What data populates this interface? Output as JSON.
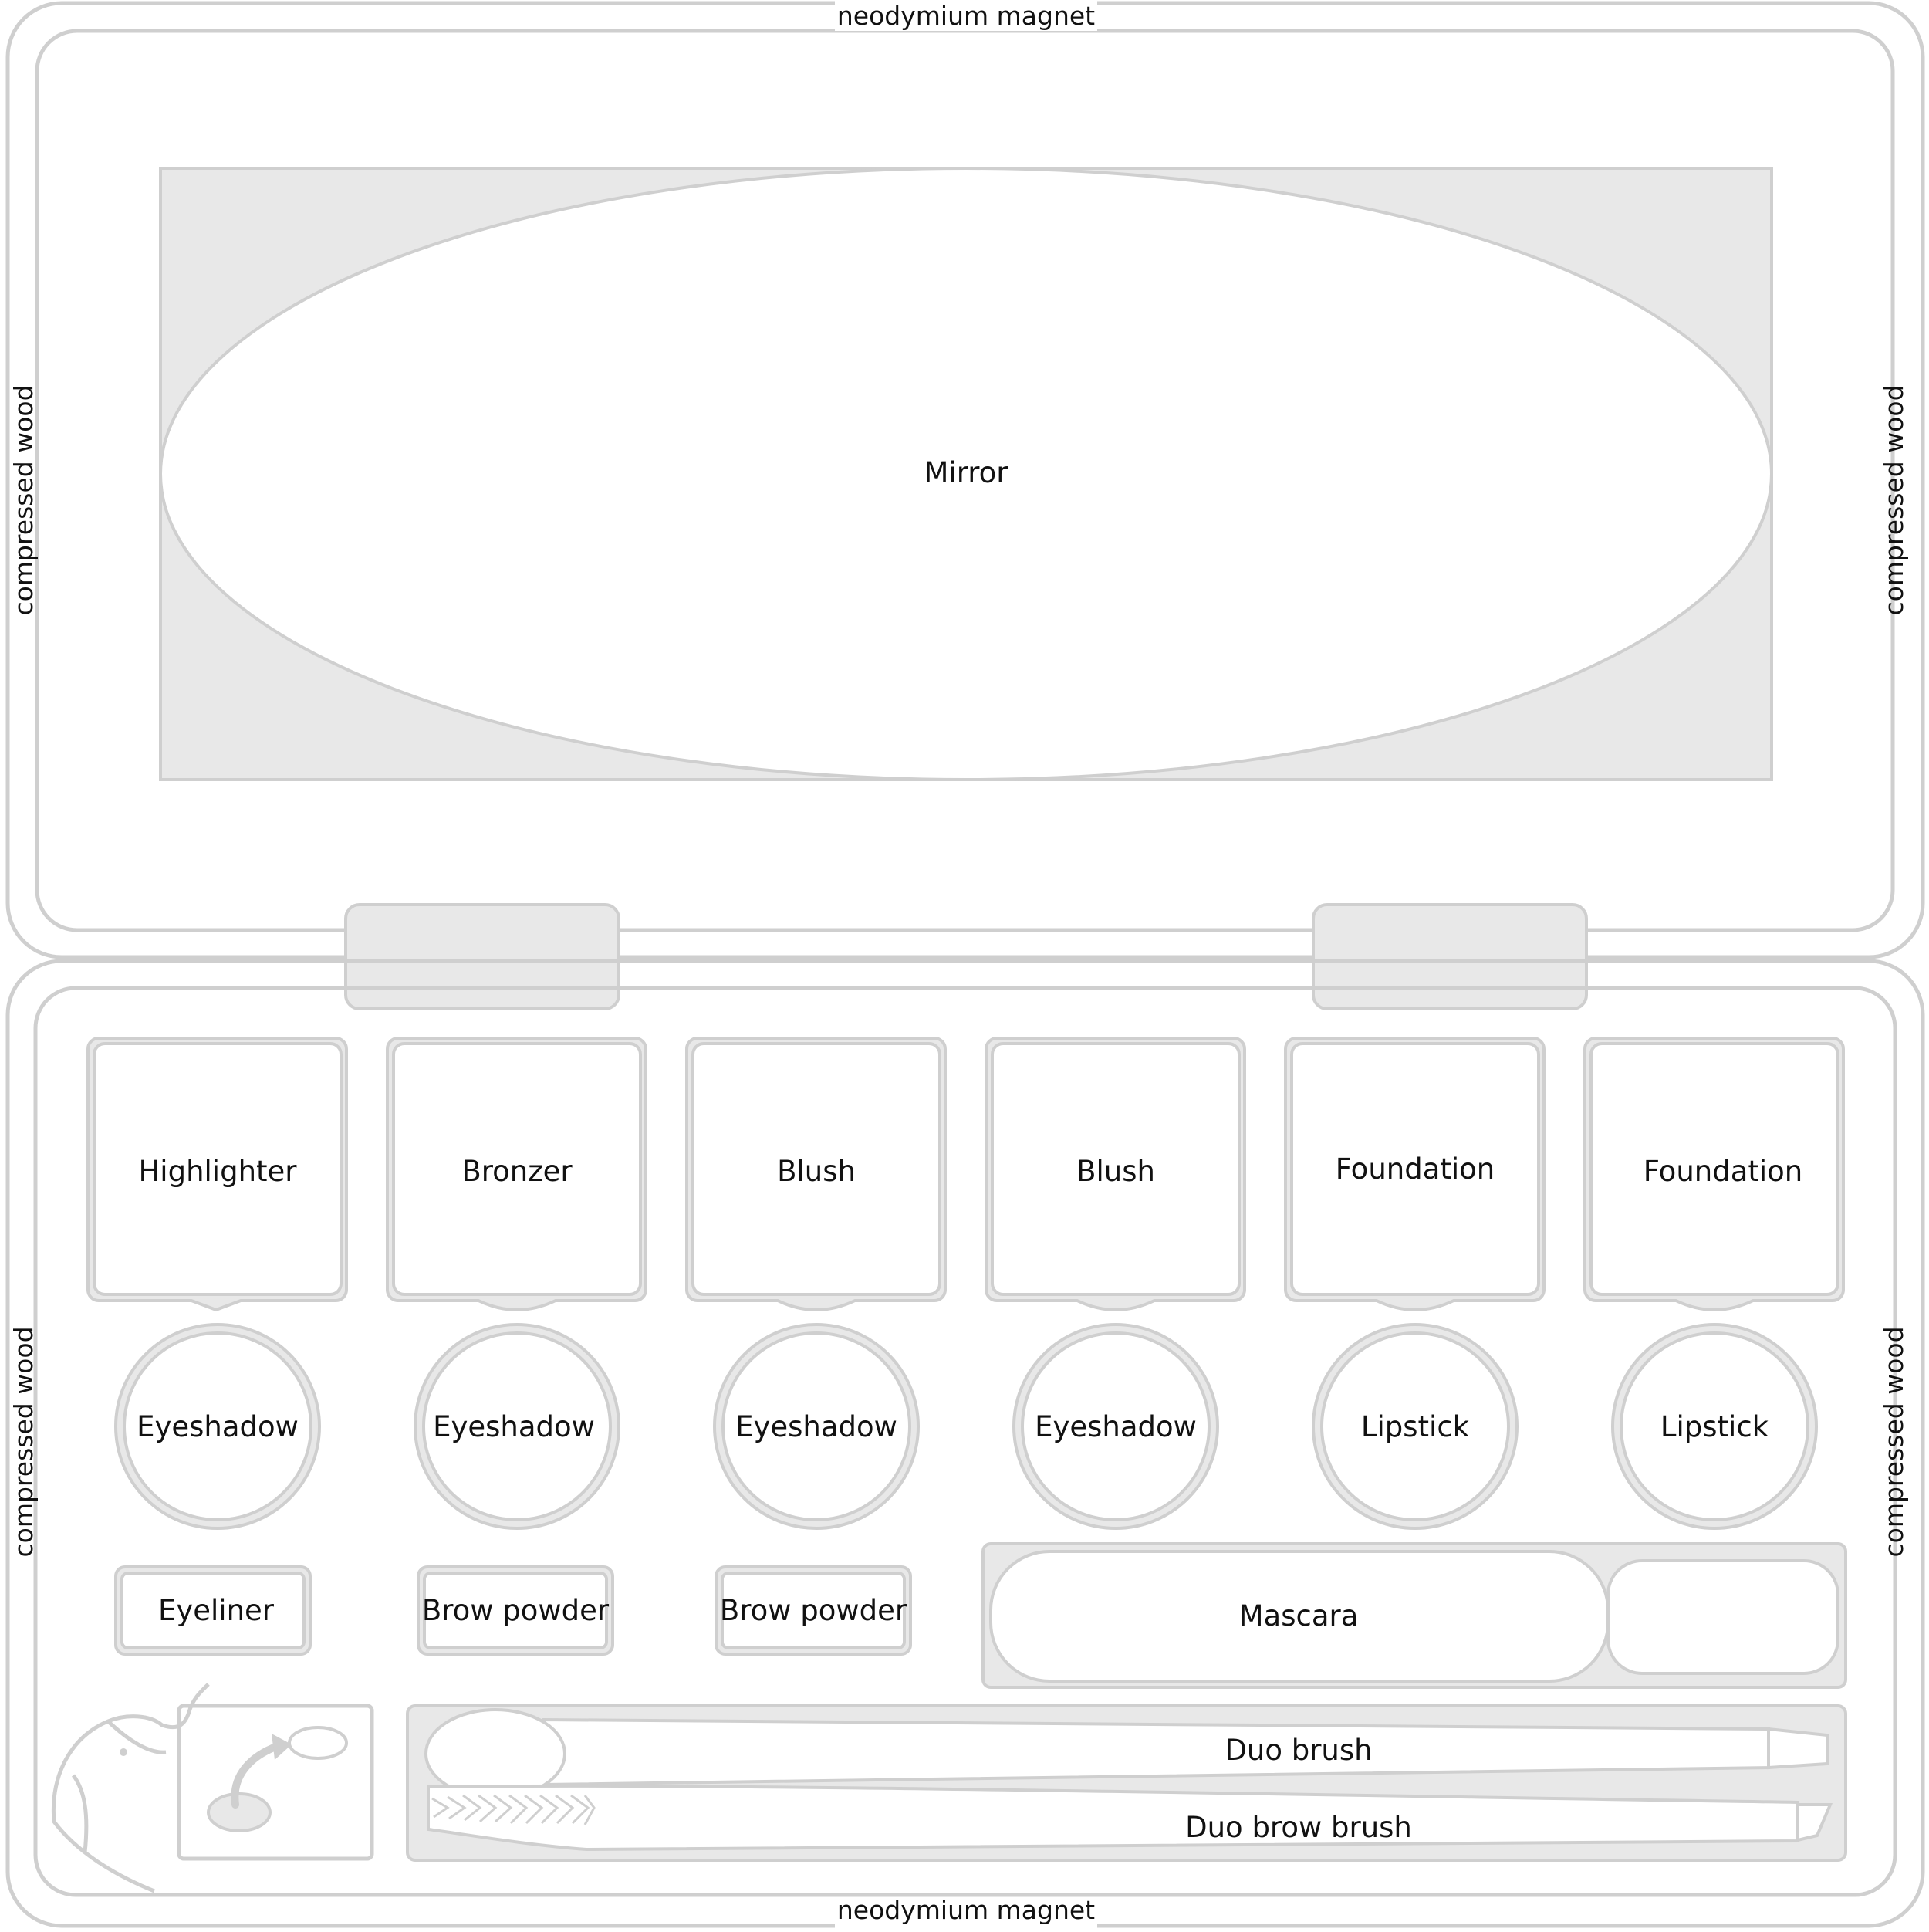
{
  "labels": {
    "magnet_top": "neodymium magnet",
    "magnet_bottom": "neodymium magnet",
    "wood_left_top": "compressed wood",
    "wood_right_top": "compressed wood",
    "wood_left_bottom": "compressed wood",
    "wood_right_bottom": "compressed wood",
    "mirror": "Mirror"
  },
  "squares": [
    "Highlighter",
    "Bronzer",
    "Blush",
    "Blush",
    "Foundation",
    "Foundation"
  ],
  "circles": [
    "Eyeshadow",
    "Eyeshadow",
    "Eyeshadow",
    "Eyeshadow",
    "Lipstick",
    "Lipstick"
  ],
  "small_pans": [
    "Eyeliner",
    "Brow powder",
    "Brow powder"
  ],
  "mascara": "Mascara",
  "brushes": [
    "Duo brush",
    "Duo brow brush"
  ],
  "colors": {
    "outline": "#cfcfcf",
    "fill": "#e8e8e8",
    "text": "#111111"
  }
}
